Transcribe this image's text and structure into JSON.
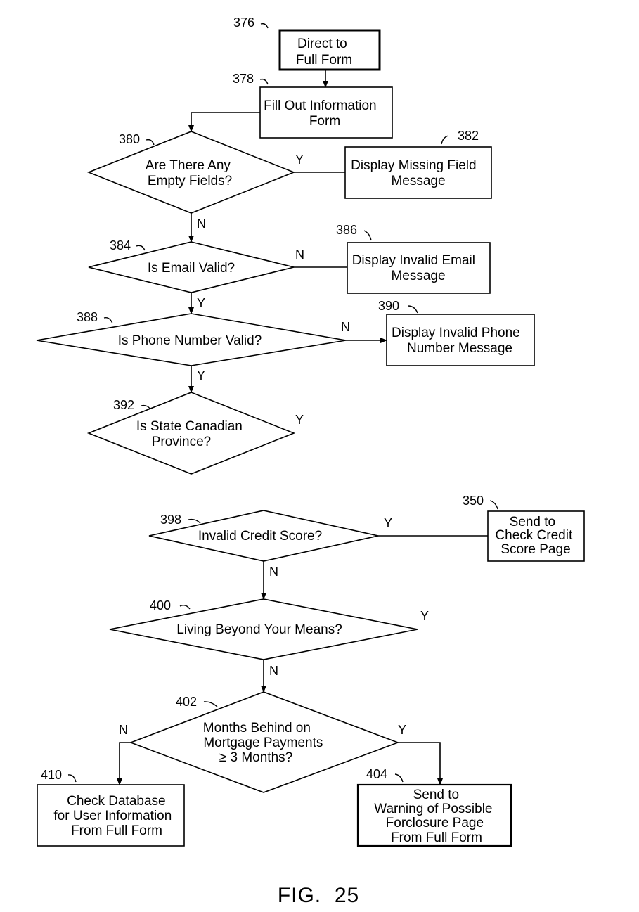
{
  "figure": {
    "label": "FIG.  25"
  },
  "nodes": {
    "n376": {
      "ref": "376",
      "lines": [
        "Direct to",
        "Full Form"
      ]
    },
    "n378": {
      "ref": "378",
      "lines": [
        "Fill Out Information",
        "Form"
      ]
    },
    "n380": {
      "ref": "380",
      "lines": [
        "Are There Any",
        "Empty Fields?"
      ]
    },
    "n382": {
      "ref": "382",
      "lines": [
        "Display Missing Field",
        "Message"
      ]
    },
    "n384": {
      "ref": "384",
      "lines": [
        "Is Email Valid?"
      ]
    },
    "n386": {
      "ref": "386",
      "lines": [
        "Display Invalid Email",
        "Message"
      ]
    },
    "n388": {
      "ref": "388",
      "lines": [
        "Is Phone Number Valid?"
      ]
    },
    "n390": {
      "ref": "390",
      "lines": [
        "Display Invalid Phone",
        "Number Message"
      ]
    },
    "n392": {
      "ref": "392",
      "lines": [
        "Is State Canadian",
        "Province?"
      ]
    },
    "n398": {
      "ref": "398",
      "lines": [
        "Invalid Credit Score?"
      ]
    },
    "n350": {
      "ref": "350",
      "lines": [
        "Send to",
        "Check Credit",
        "Score Page"
      ]
    },
    "n400": {
      "ref": "400",
      "lines": [
        "Living Beyond Your Means?"
      ]
    },
    "n402": {
      "ref": "402",
      "lines": [
        "Months Behind on",
        "Mortgage Payments",
        "≥ 3 Months?"
      ]
    },
    "n404": {
      "ref": "404",
      "lines": [
        "Send to",
        "Warning of Possible",
        "Forclosure Page",
        "From Full Form"
      ]
    },
    "n410": {
      "ref": "410",
      "lines": [
        "Check Database",
        "for User Information",
        "From Full Form"
      ]
    }
  },
  "edges": {
    "e380_382": {
      "label": "Y"
    },
    "e380_384": {
      "label": "N"
    },
    "e384_386": {
      "label": "N"
    },
    "e384_388": {
      "label": "Y"
    },
    "e388_390": {
      "label": "N"
    },
    "e388_392": {
      "label": "Y"
    },
    "e392_yes": {
      "label": "Y"
    },
    "e398_350": {
      "label": "Y"
    },
    "e398_400": {
      "label": "N"
    },
    "e400_yes": {
      "label": "Y"
    },
    "e400_402": {
      "label": "N"
    },
    "e402_410": {
      "label": "N"
    },
    "e402_404": {
      "label": "Y"
    }
  }
}
